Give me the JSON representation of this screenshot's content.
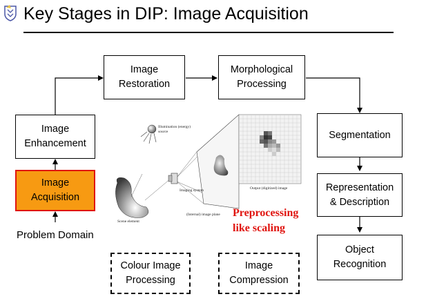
{
  "slide": {
    "title": "Key Stages in DIP: Image Acquisition"
  },
  "stages": {
    "image_restoration": "Image\nRestoration",
    "morphological_processing": "Morphological\nProcessing",
    "image_enhancement": "Image\nEnhancement",
    "image_acquisition": "Image\nAcquisition",
    "segmentation": "Segmentation",
    "representation_description": "Representation\n& Description",
    "object_recognition": "Object\nRecognition",
    "colour_image_processing": "Colour Image\nProcessing",
    "image_compression": "Image\nCompression"
  },
  "problem_domain": "Problem Domain",
  "note": "Preprocessing\nlike scaling",
  "illustration": {
    "illumination_label": "Illumination (energy)\nsource",
    "imaging_system_label": "Imaging system",
    "image_plane_label": "(Internal) image plane",
    "output_label": "Output (digitized) image",
    "scene_element_label": "Scene element"
  },
  "colors": {
    "active_fill": "#f79a12",
    "active_border": "#e0140f",
    "note_text": "#e0140f"
  }
}
